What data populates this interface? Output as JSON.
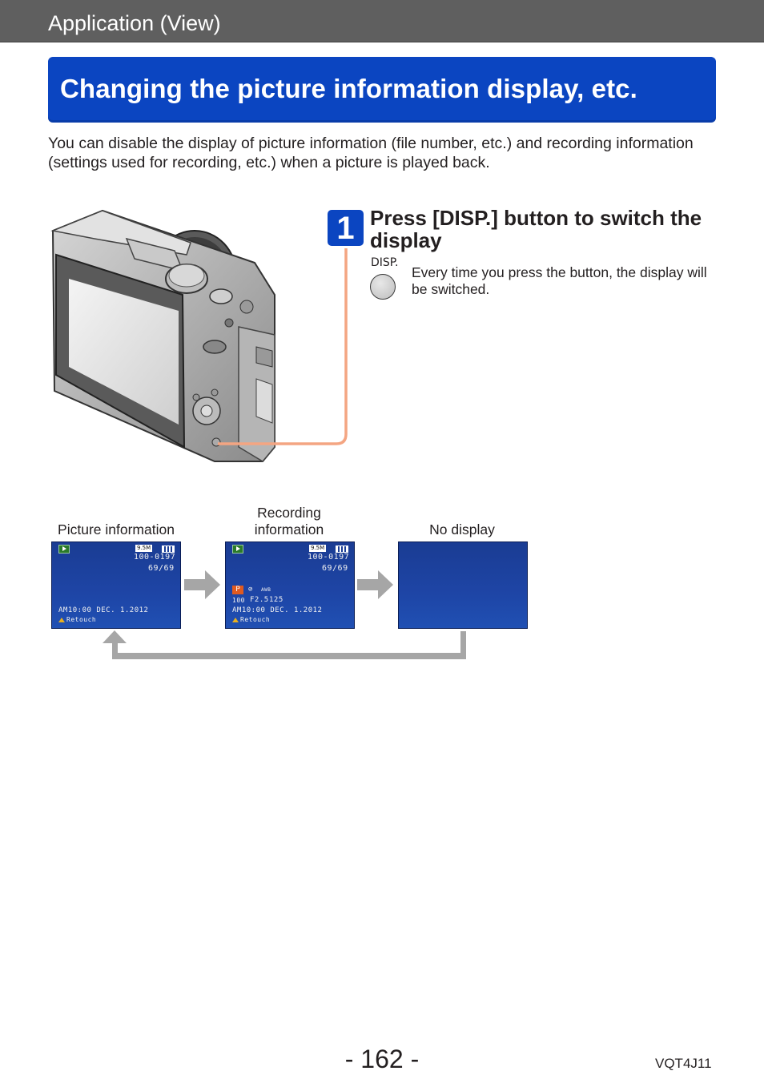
{
  "header": {
    "section": "Application (View)"
  },
  "title": "Changing the picture information display, etc.",
  "intro": "You can disable the display of picture information (file number, etc.) and recording information (settings used for recording, etc.) when a picture is played back.",
  "step": {
    "number": "1",
    "title": "Press [DISP.] button to switch the display",
    "button_label": "DISP.",
    "description": "Every time you press the button, the display will be switched."
  },
  "modes": [
    {
      "caption": "Picture information"
    },
    {
      "caption": "Recording information"
    },
    {
      "caption": "No display"
    }
  ],
  "screen": {
    "size": "9.5M",
    "folder_file": "100-0197",
    "count": "69/69",
    "mode": "P",
    "wb": "AWB",
    "iso": "100",
    "aperture": "F2.5",
    "shutter": "125",
    "datetime": "AM10:00 DEC. 1.2012",
    "retouch": "Retouch"
  },
  "footer": {
    "page": "- 162 -",
    "code": "VQT4J11"
  },
  "colors": {
    "accent_blue": "#0b45c1",
    "header_gray": "#5f5f5f",
    "connector_orange": "#f4a582"
  }
}
